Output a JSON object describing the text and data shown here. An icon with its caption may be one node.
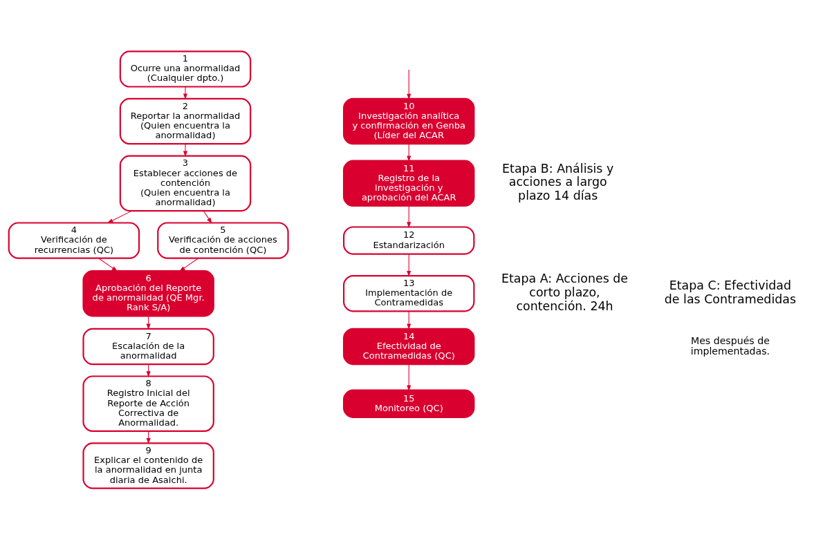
{
  "diagram": {
    "nodes": [
      {
        "text": [
          "1",
          "Ocurre una anormalidad (Cualquier dpto.)"
        ]
      },
      {
        "text": [
          "2",
          "Reportar la anormalidad",
          "(Quien encuentra la anormalidad)"
        ]
      },
      {
        "text": [
          "3",
          "Establecer acciones de contención",
          "(Quien encuentra la anormalidad)"
        ]
      },
      {
        "text": [
          "4",
          "Verificación de recurrencias (QC)"
        ]
      },
      {
        "text": [
          "5",
          "Verificación de acciones de contención (QC)"
        ]
      },
      {
        "text": [
          "6",
          "Aprobación del Reporte de anormalidad (QE Mgr. Rank S/A)"
        ]
      },
      {
        "text": [
          "7",
          "Escalación de la anormalidad"
        ]
      },
      {
        "text": [
          "8",
          "Registro Inicial del Reporte de Acción Correctiva de Anormalidad."
        ]
      },
      {
        "text": [
          "9",
          "Explicar el contenido de la anormalidad en junta diaria de Asaichi."
        ]
      },
      {
        "text": [
          "10",
          "Investigación analítica y confirmación en Genba (Líder del ACAR"
        ]
      },
      {
        "text": [
          "11",
          "Registro de la investigación y aprobación del ACAR"
        ]
      },
      {
        "text": [
          "12",
          "Estandarización"
        ]
      },
      {
        "text": [
          "13",
          "Implementación de Contramedidas"
        ]
      },
      {
        "text": [
          "14",
          "Efectividad de Contramedidas (QC)"
        ]
      },
      {
        "text": [
          "15",
          "Monitoreo (QC)"
        ]
      }
    ],
    "edges": [
      {
        "from": 0,
        "to": 1,
        "arrow": "to"
      },
      {
        "from": 1,
        "to": 2,
        "arrow": "to"
      },
      {
        "from": 2,
        "to": 3,
        "arrow": "to"
      },
      {
        "from": 2,
        "to": 4,
        "arrow": "to"
      },
      {
        "from": 3,
        "to": 5,
        "arrow": "to"
      },
      {
        "from": 4,
        "to": 5,
        "arrow": "to"
      },
      {
        "from": 5,
        "to": 6,
        "arrow": "to"
      },
      {
        "from": 6,
        "to": 7,
        "arrow": "to"
      },
      {
        "from": 7,
        "to": 8,
        "arrow": "to"
      },
      {
        "from": null,
        "to": 9,
        "arrow": "to"
      },
      {
        "from": 9,
        "to": 10,
        "arrow": "to"
      },
      {
        "from": 10,
        "to": 11,
        "arrow": "to"
      },
      {
        "from": 11,
        "to": 12,
        "arrow": "to"
      },
      {
        "from": 12,
        "to": 13,
        "arrow": "to"
      },
      {
        "from": 13,
        "to": 14,
        "arrow": "to"
      }
    ],
    "labels": [
      "Etapa A: Acciones de corto plazo, contención. 24h",
      "Etapa B: Análisis y acciones a largo plazo 14 días",
      "Etapa C: Efectividad de las Contramedidas",
      "Mes después de implementadas."
    ]
  }
}
